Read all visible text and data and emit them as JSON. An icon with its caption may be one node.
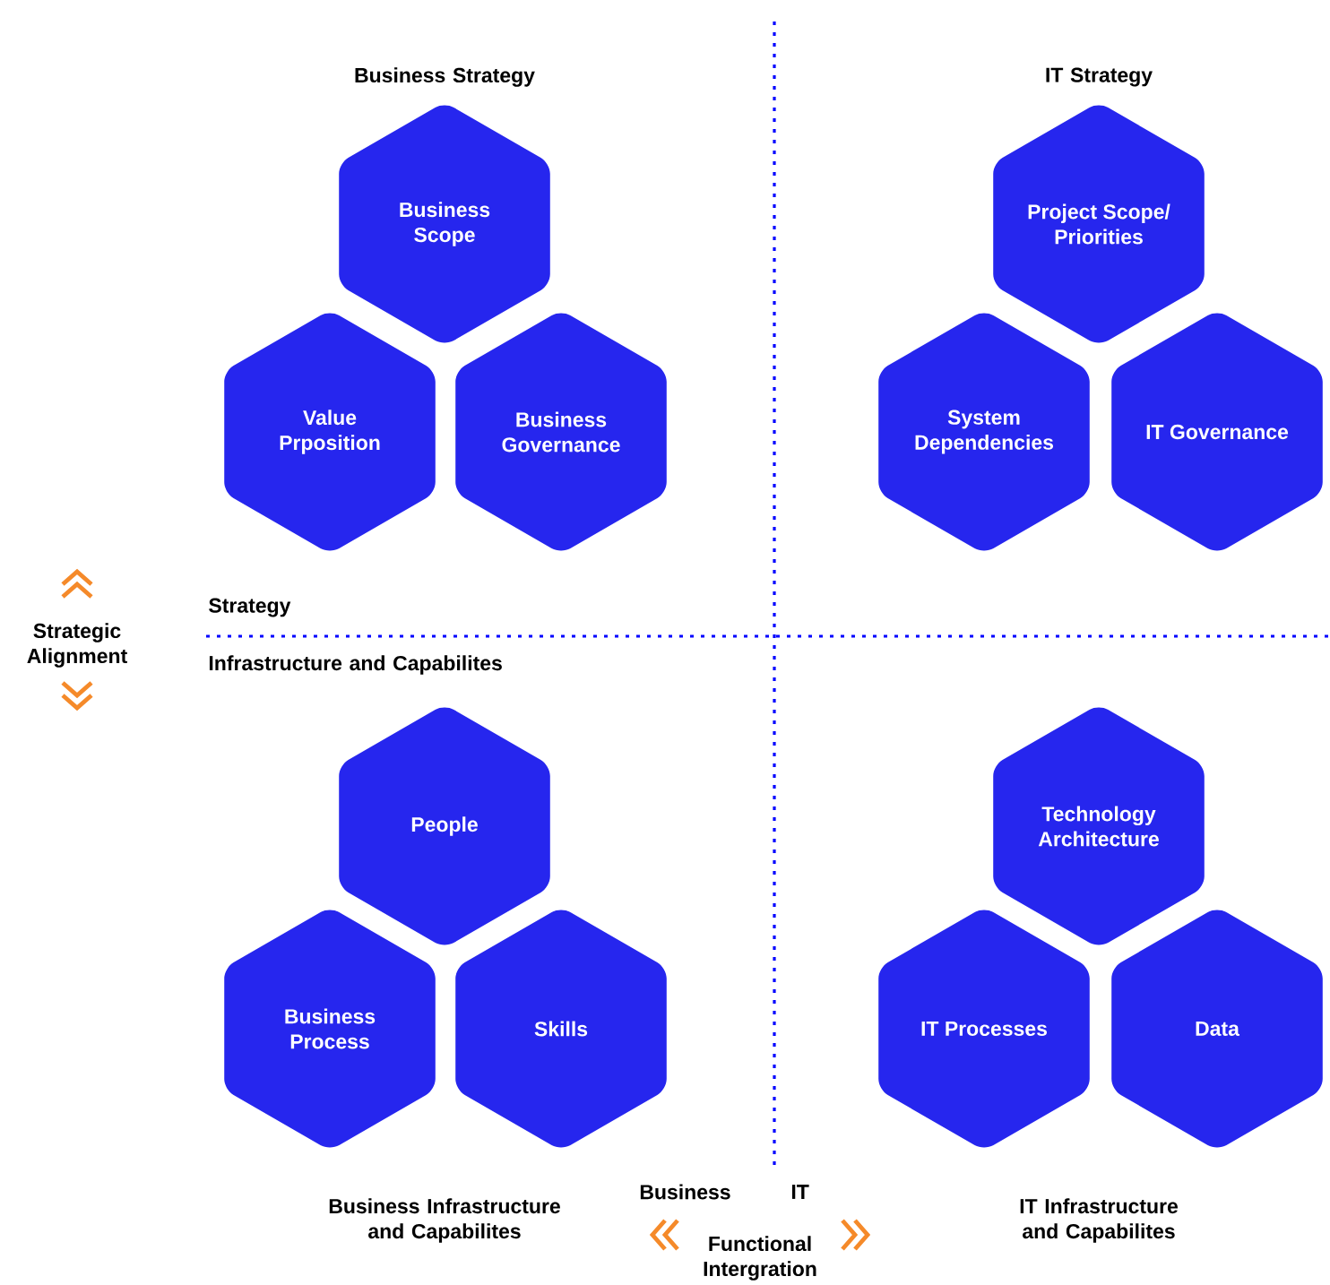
{
  "diagram": {
    "nodes": [
      {
        "text": [
          "Business Scope"
        ]
      },
      {
        "text": [
          "Value Prposition"
        ]
      },
      {
        "text": [
          "Business Governance"
        ]
      },
      {
        "text": [
          "Project Scope/ Priorities"
        ]
      },
      {
        "text": [
          "System Dependencies"
        ]
      },
      {
        "text": [
          "IT Governance"
        ]
      },
      {
        "text": [
          "People"
        ]
      },
      {
        "text": [
          "Business Process"
        ]
      },
      {
        "text": [
          "Skills"
        ]
      },
      {
        "text": [
          "Technology Architecture"
        ]
      },
      {
        "text": [
          "IT Processes"
        ]
      },
      {
        "text": [
          "Data"
        ]
      }
    ],
    "labels": [
      "Business Strategy",
      "IT Strategy",
      "Strategic Alignment",
      "Strategy",
      "Infrastructure and Capabilites",
      "Business Infrastructure and Capabilites",
      "Business",
      "IT",
      "Functional Intergration",
      "IT Infrastructure and Capabilites"
    ]
  }
}
